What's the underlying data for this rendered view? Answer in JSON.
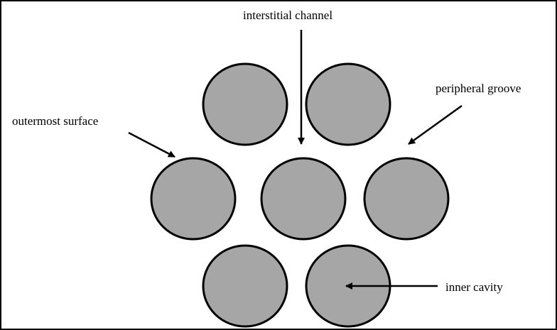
{
  "labels": {
    "interstitial_channel": "interstitial channel",
    "peripheral_groove": "peripheral groove",
    "outermost_surface": "outermost surface",
    "inner_cavity": "inner cavity"
  },
  "colors": {
    "circle_fill": "#a6a6a6",
    "stroke": "#000000",
    "background": "#ffffff"
  }
}
